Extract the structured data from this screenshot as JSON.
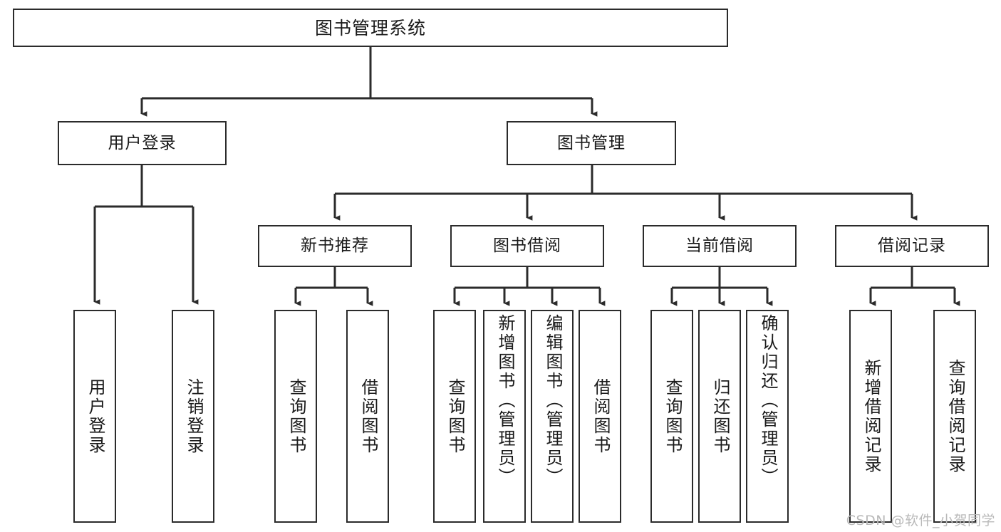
{
  "diagram": {
    "type": "tree-hierarchy",
    "title": "图书管理系统",
    "watermark": "CSDN @软件_小贺同学",
    "colors": {
      "stroke": "#2b2b2b",
      "fill": "#ffffff",
      "text": "#1a1a1a",
      "watermark": "#b9b9b9"
    },
    "root": {
      "id": "root",
      "label": "图书管理系统"
    },
    "level2": [
      {
        "id": "user-login",
        "label": "用户登录"
      },
      {
        "id": "book-management",
        "label": "图书管理"
      }
    ],
    "level3": [
      {
        "id": "new-book-recommend",
        "label": "新书推荐",
        "parent": "book-management"
      },
      {
        "id": "book-borrow",
        "label": "图书借阅",
        "parent": "book-management"
      },
      {
        "id": "current-borrow",
        "label": "当前借阅",
        "parent": "book-management"
      },
      {
        "id": "borrow-record",
        "label": "借阅记录",
        "parent": "book-management"
      }
    ],
    "leaves": {
      "user-login": [
        {
          "id": "leaf-user-login",
          "label": "用户登录",
          "align": "center"
        },
        {
          "id": "leaf-user-logout",
          "label": "注销登录",
          "align": "center"
        }
      ],
      "new-book-recommend": [
        {
          "id": "leaf-query-book-1",
          "label": "查询图书",
          "align": "center"
        },
        {
          "id": "leaf-borrow-book-1",
          "label": "借阅图书",
          "align": "center"
        }
      ],
      "book-borrow": [
        {
          "id": "leaf-query-book-2",
          "label": "查询图书",
          "align": "center"
        },
        {
          "id": "leaf-add-book",
          "label": "新增图书（管理员）",
          "align": "top"
        },
        {
          "id": "leaf-edit-book",
          "label": "编辑图书（管理员）",
          "align": "top"
        },
        {
          "id": "leaf-borrow-book-2",
          "label": "借阅图书",
          "align": "center"
        }
      ],
      "current-borrow": [
        {
          "id": "leaf-query-book-3",
          "label": "查询图书",
          "align": "center"
        },
        {
          "id": "leaf-return-book",
          "label": "归还图书",
          "align": "center"
        },
        {
          "id": "leaf-confirm-return",
          "label": "确认归还（管理员）",
          "align": "top"
        }
      ],
      "borrow-record": [
        {
          "id": "leaf-add-record",
          "label": "新增借阅记录",
          "align": "center"
        },
        {
          "id": "leaf-query-record",
          "label": "查询借阅记录",
          "align": "center"
        }
      ]
    }
  }
}
